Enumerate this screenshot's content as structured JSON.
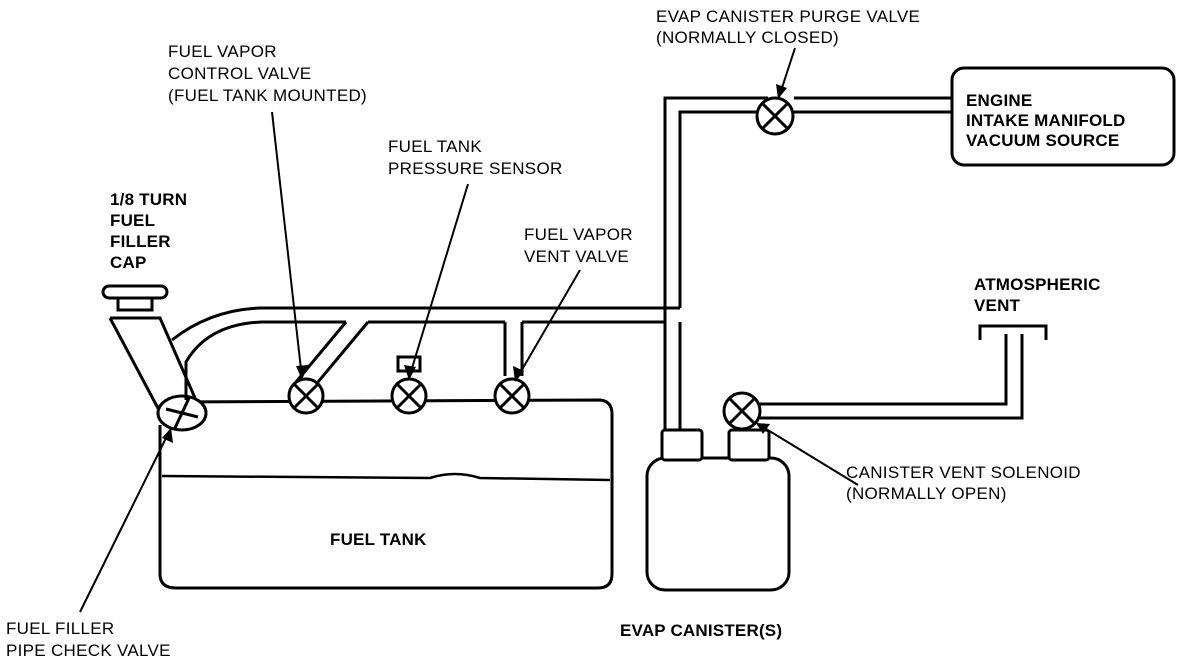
{
  "labels": {
    "purge_valve": [
      "EVAP CANISTER PURGE VALVE",
      "(NORMALLY CLOSED)"
    ],
    "vapor_control_valve": [
      "FUEL VAPOR",
      "CONTROL VALVE",
      "(FUEL TANK MOUNTED)"
    ],
    "pressure_sensor": [
      "FUEL TANK",
      "PRESSURE SENSOR"
    ],
    "filler_cap": [
      "1/8 TURN",
      "FUEL",
      "FILLER",
      "CAP"
    ],
    "vent_valve": [
      "FUEL VAPOR",
      "VENT VALVE"
    ],
    "engine_vacuum": [
      "ENGINE",
      "INTAKE MANIFOLD",
      "VACUUM SOURCE"
    ],
    "atmospheric_vent": [
      "ATMOSPHERIC",
      "VENT"
    ],
    "canister_vent_solenoid": [
      "CANISTER VENT SOLENOID",
      "(NORMALLY OPEN)"
    ],
    "fuel_tank": "FUEL TANK",
    "evap_canister": "EVAP CANISTER(S)",
    "filler_check_valve": [
      "FUEL FILLER",
      "PIPE CHECK VALVE"
    ]
  }
}
